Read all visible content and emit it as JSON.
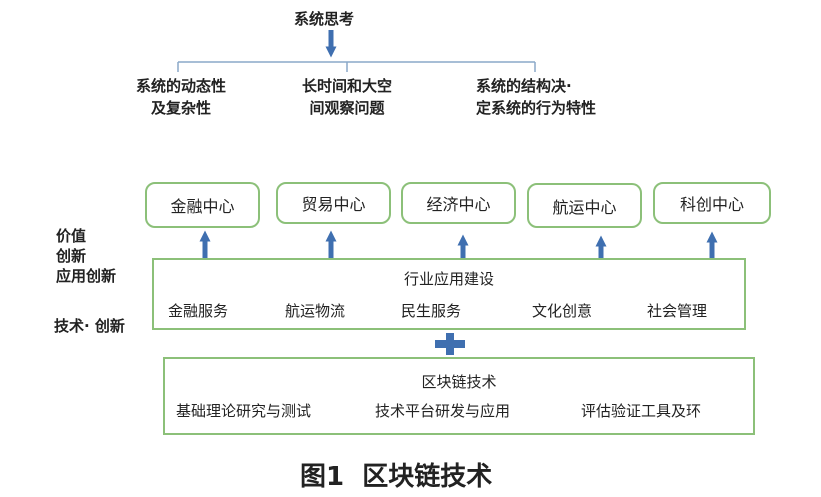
{
  "top": {
    "title": "系统思考",
    "items": [
      {
        "line1": "系统的动态性",
        "line2": "及复杂性"
      },
      {
        "line1": "长时间和大空",
        "line2": "间观察问题"
      },
      {
        "line1": "系统的结构决·",
        "line2": "定系统的行为特性"
      }
    ]
  },
  "centers": [
    "金融中心",
    "贸易中心",
    "经济中心",
    "航运中心",
    "科创中心"
  ],
  "side_labels": {
    "value_line1": "价值",
    "value_line2": "创新",
    "app_innovation": "应用创新",
    "tech_innovation": "技术· 创新"
  },
  "industry": {
    "title": "行业应用建设",
    "items": [
      "金融服务",
      "航运物流",
      "民生服务",
      "文化创意",
      "社会管理"
    ]
  },
  "blockchain": {
    "title": "区块链技术",
    "items": [
      "基础理论研究与测试",
      "技术平台研发与应用",
      "评估验证工具及环"
    ]
  },
  "caption": "图1  区块链技术",
  "colors": {
    "arrow": "#3f6fb0",
    "border": "#8cc079"
  }
}
